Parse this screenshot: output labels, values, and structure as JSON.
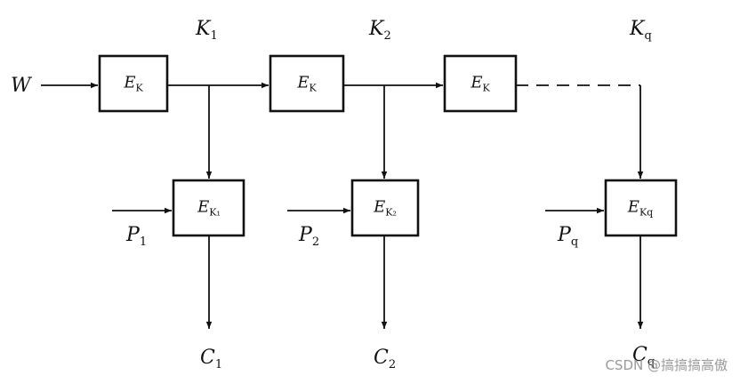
{
  "input": {
    "label": "W"
  },
  "top_labels": [
    {
      "main": "K",
      "sub": "1"
    },
    {
      "main": "K",
      "sub": "2"
    },
    {
      "main": "K",
      "sub": "q"
    }
  ],
  "top_boxes": [
    {
      "main": "E",
      "sub": "K"
    },
    {
      "main": "E",
      "sub": "K"
    },
    {
      "main": "E",
      "sub": "K"
    }
  ],
  "bottom_boxes": [
    {
      "main": "E",
      "sub": "K₁"
    },
    {
      "main": "E",
      "sub": "K₂"
    },
    {
      "main": "E",
      "sub": "Kq"
    }
  ],
  "plaintexts": [
    {
      "main": "P",
      "sub": "1"
    },
    {
      "main": "P",
      "sub": "2"
    },
    {
      "main": "P",
      "sub": "q"
    }
  ],
  "ciphertexts": [
    {
      "main": "C",
      "sub": "1"
    },
    {
      "main": "C",
      "sub": "2"
    },
    {
      "main": "C",
      "sub": "q"
    }
  ],
  "watermark": "CSDN @搞搞搞高傲"
}
